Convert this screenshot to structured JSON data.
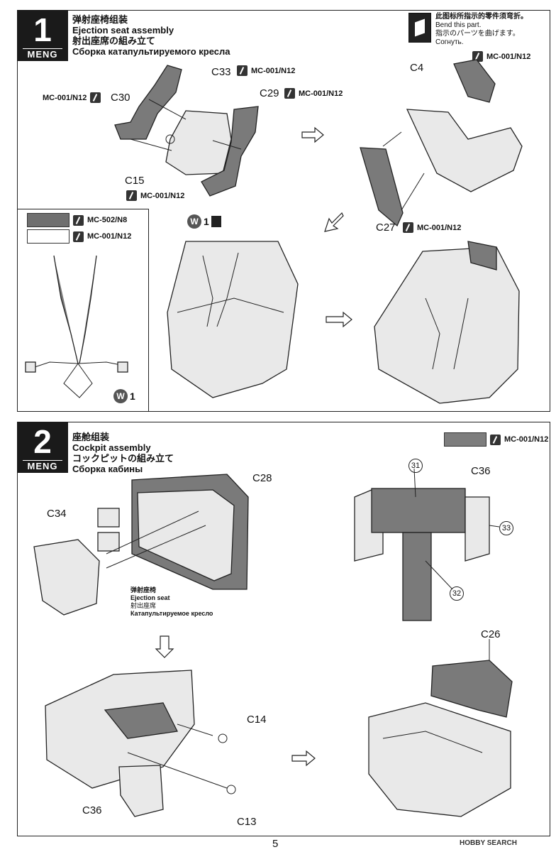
{
  "watermark_top": "",
  "step1": {
    "number": "1",
    "brand": "MENG",
    "title_cn": "弹射座椅组装",
    "title_en": "Ejection seat assembly",
    "title_jp": "射出座席の組み立て",
    "title_ru": "Сборка катапультируемого кресла",
    "bend_note": {
      "cn": "此图标所指示的零件须弯折。",
      "en": "Bend this part.",
      "jp": "指示のパーツを曲げます。",
      "ru": "Согнуть."
    },
    "parts": {
      "c33": "C33",
      "c30": "C30",
      "c29": "C29",
      "c15": "C15",
      "c4": "C4",
      "c27": "C27"
    },
    "paint": {
      "c33": "MC-001/N12",
      "c30": "MC-001/N12",
      "c29": "MC-001/N12",
      "c15": "MC-001/N12",
      "c4": "MC-001/N12",
      "c27": "MC-001/N12"
    },
    "legend": [
      {
        "code": "MC-502/N8",
        "color": "#6f6f6f"
      },
      {
        "code": "MC-001/N12",
        "color": "#ffffff"
      }
    ],
    "w1_label": "1",
    "w1_badge": "W"
  },
  "step2": {
    "number": "2",
    "brand": "MENG",
    "title_cn": "座舱组装",
    "title_en": "Cockpit assembly",
    "title_jp": "コックピットの組み立て",
    "title_ru": "Сборка кабины",
    "paint_legend": {
      "code": "MC-001/N12",
      "color": "#7d7d7d"
    },
    "parts": {
      "c28": "C28",
      "c34": "C34",
      "c36a": "C36",
      "c36b": "C36",
      "c14": "C14",
      "c13": "C13",
      "c26": "C26"
    },
    "callouts": {
      "n31": "31",
      "n33": "33",
      "n32": "32"
    },
    "seat_note": {
      "cn": "弹射座椅",
      "en": "Ejection seat",
      "jp": "射出座席",
      "ru": "Катапультируемое кресло"
    }
  },
  "page_number": "5",
  "footer_logo": "HOBBY SEARCH",
  "colors": {
    "gray_part": "#7a7a7a",
    "light_part": "#e9e9e9"
  }
}
